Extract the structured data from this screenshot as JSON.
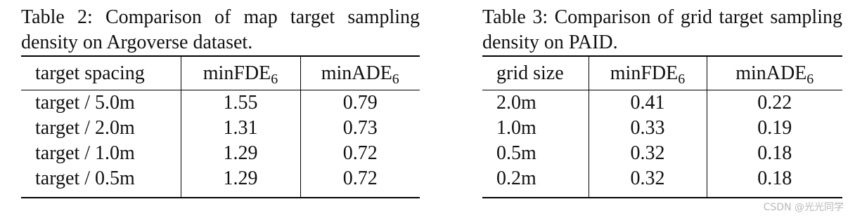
{
  "table2": {
    "caption": "Table 2: Comparison of map target sampling density on Argoverse dataset.",
    "headers": {
      "col1": "target spacing",
      "col2": "minFDE",
      "col2_sub": "6",
      "col3": "minADE",
      "col3_sub": "6"
    },
    "rows": [
      [
        "target / 5.0m",
        "1.55",
        "0.79"
      ],
      [
        "target / 2.0m",
        "1.31",
        "0.73"
      ],
      [
        "target / 1.0m",
        "1.29",
        "0.72"
      ],
      [
        "target / 0.5m",
        "1.29",
        "0.72"
      ]
    ]
  },
  "table3": {
    "caption": "Table 3: Comparison of grid target sampling density on PAID.",
    "headers": {
      "col1": "grid size",
      "col2": "minFDE",
      "col2_sub": "6",
      "col3": "minADE",
      "col3_sub": "6"
    },
    "rows": [
      [
        "2.0m",
        "0.41",
        "0.22"
      ],
      [
        "1.0m",
        "0.33",
        "0.19"
      ],
      [
        "0.5m",
        "0.32",
        "0.18"
      ],
      [
        "0.2m",
        "0.32",
        "0.18"
      ]
    ]
  },
  "watermark": "CSDN @光光同学"
}
